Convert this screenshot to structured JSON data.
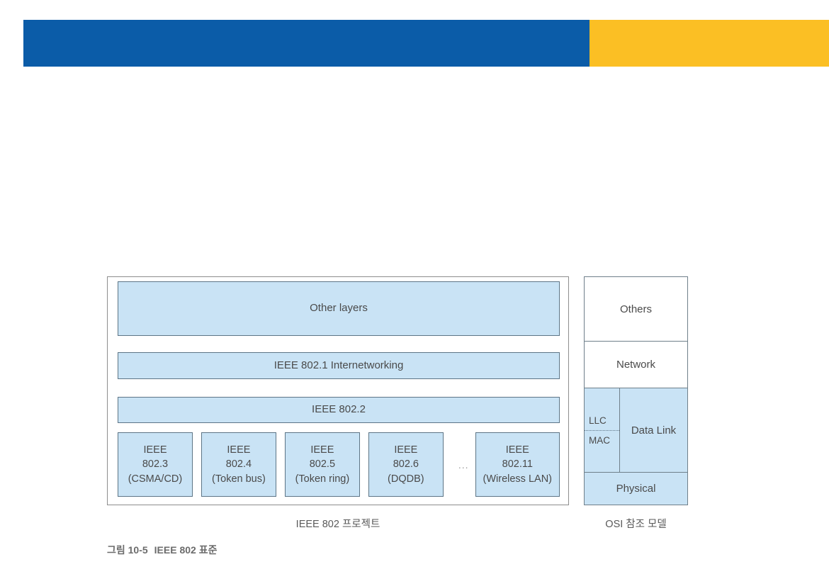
{
  "banner": {
    "blue_color": "#0b5ca8",
    "yellow_color": "#fbbf24"
  },
  "figure": {
    "caption_number": "그림 10-5",
    "caption_title": "IEEE 802 표준"
  },
  "ieee_project": {
    "caption": "IEEE 802 프로젝트",
    "rows": [
      {
        "label": "Other layers"
      },
      {
        "label": "IEEE 802.1 Internetworking"
      },
      {
        "label": "IEEE 802.2"
      }
    ],
    "standards": [
      {
        "line1": "IEEE",
        "line2": "802.3",
        "line3": "(CSMA/CD)"
      },
      {
        "line1": "IEEE",
        "line2": "802.4",
        "line3": "(Token bus)"
      },
      {
        "line1": "IEEE",
        "line2": "802.5",
        "line3": "(Token ring)"
      },
      {
        "line1": "IEEE",
        "line2": "802.6",
        "line3": "(DQDB)"
      },
      {
        "line1": "IEEE",
        "line2": "802.11",
        "line3": "(Wireless LAN)"
      }
    ],
    "ellipsis": "...",
    "box_fill": "#c9e3f5",
    "box_border": "#5d7586"
  },
  "osi_model": {
    "caption": "OSI 참조 모델",
    "layers": [
      {
        "label": "Others",
        "highlighted": false
      },
      {
        "label": "Network",
        "highlighted": false
      },
      {
        "label": "Data Link",
        "highlighted": true
      },
      {
        "label": "Physical",
        "highlighted": true
      }
    ],
    "sublayers": [
      {
        "label": "LLC"
      },
      {
        "label": "MAC"
      }
    ]
  }
}
